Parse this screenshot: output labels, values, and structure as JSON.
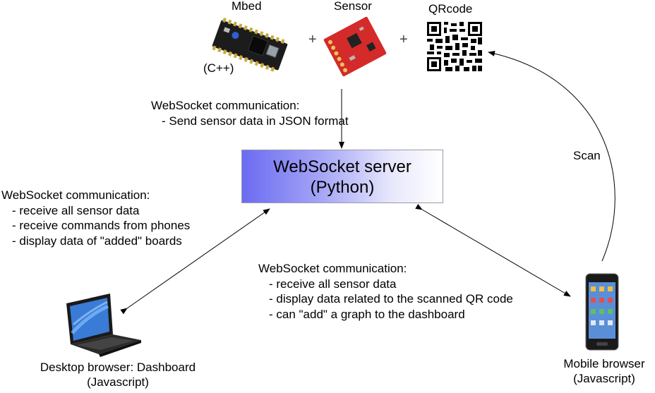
{
  "devices": {
    "mbed": {
      "title": "Mbed",
      "lang": "(C++)"
    },
    "sensor": {
      "title": "Sensor"
    },
    "qrcode": {
      "title": "QRcode"
    },
    "plus": "+"
  },
  "top_comm": {
    "title": "WebSocket communication:",
    "items": [
      "- Send sensor data in JSON format"
    ]
  },
  "server": {
    "line1": "WebSocket server",
    "line2": "(Python)"
  },
  "desktop_comm": {
    "title": "WebSocket communication:",
    "items": [
      "- receive all sensor data",
      "- receive commands from phones",
      "- display data of \"added\" boards"
    ]
  },
  "mobile_comm": {
    "title": "WebSocket communication:",
    "items": [
      "- receive all sensor data",
      "- display data related to the scanned QR code",
      "- can \"add\" a graph to the dashboard"
    ]
  },
  "scan_label": "Scan",
  "desktop": {
    "line1": "Desktop browser: Dashboard",
    "line2": "(Javascript)"
  },
  "mobile": {
    "line1": "Mobile browser",
    "line2": "(Javascript)"
  },
  "colors": {
    "server_gradient_start": "#6b6bf2",
    "sensor_board": "#d42a2a",
    "mbed_board": "#1a1a1a"
  }
}
